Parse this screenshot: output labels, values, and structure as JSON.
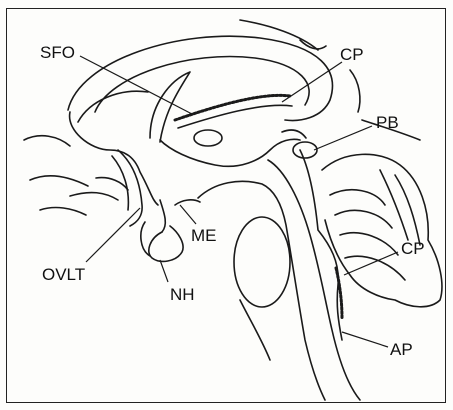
{
  "labels": {
    "sfo": "SFO",
    "cp_top": "CP",
    "pb": "PB",
    "cp_right": "CP",
    "me": "ME",
    "ovlt": "OVLT",
    "nh": "NH",
    "ap": "AP"
  },
  "colors": {
    "ink": "#1a1a1a",
    "paper": "#fdfdfb",
    "shade": "#8a8a8a"
  }
}
